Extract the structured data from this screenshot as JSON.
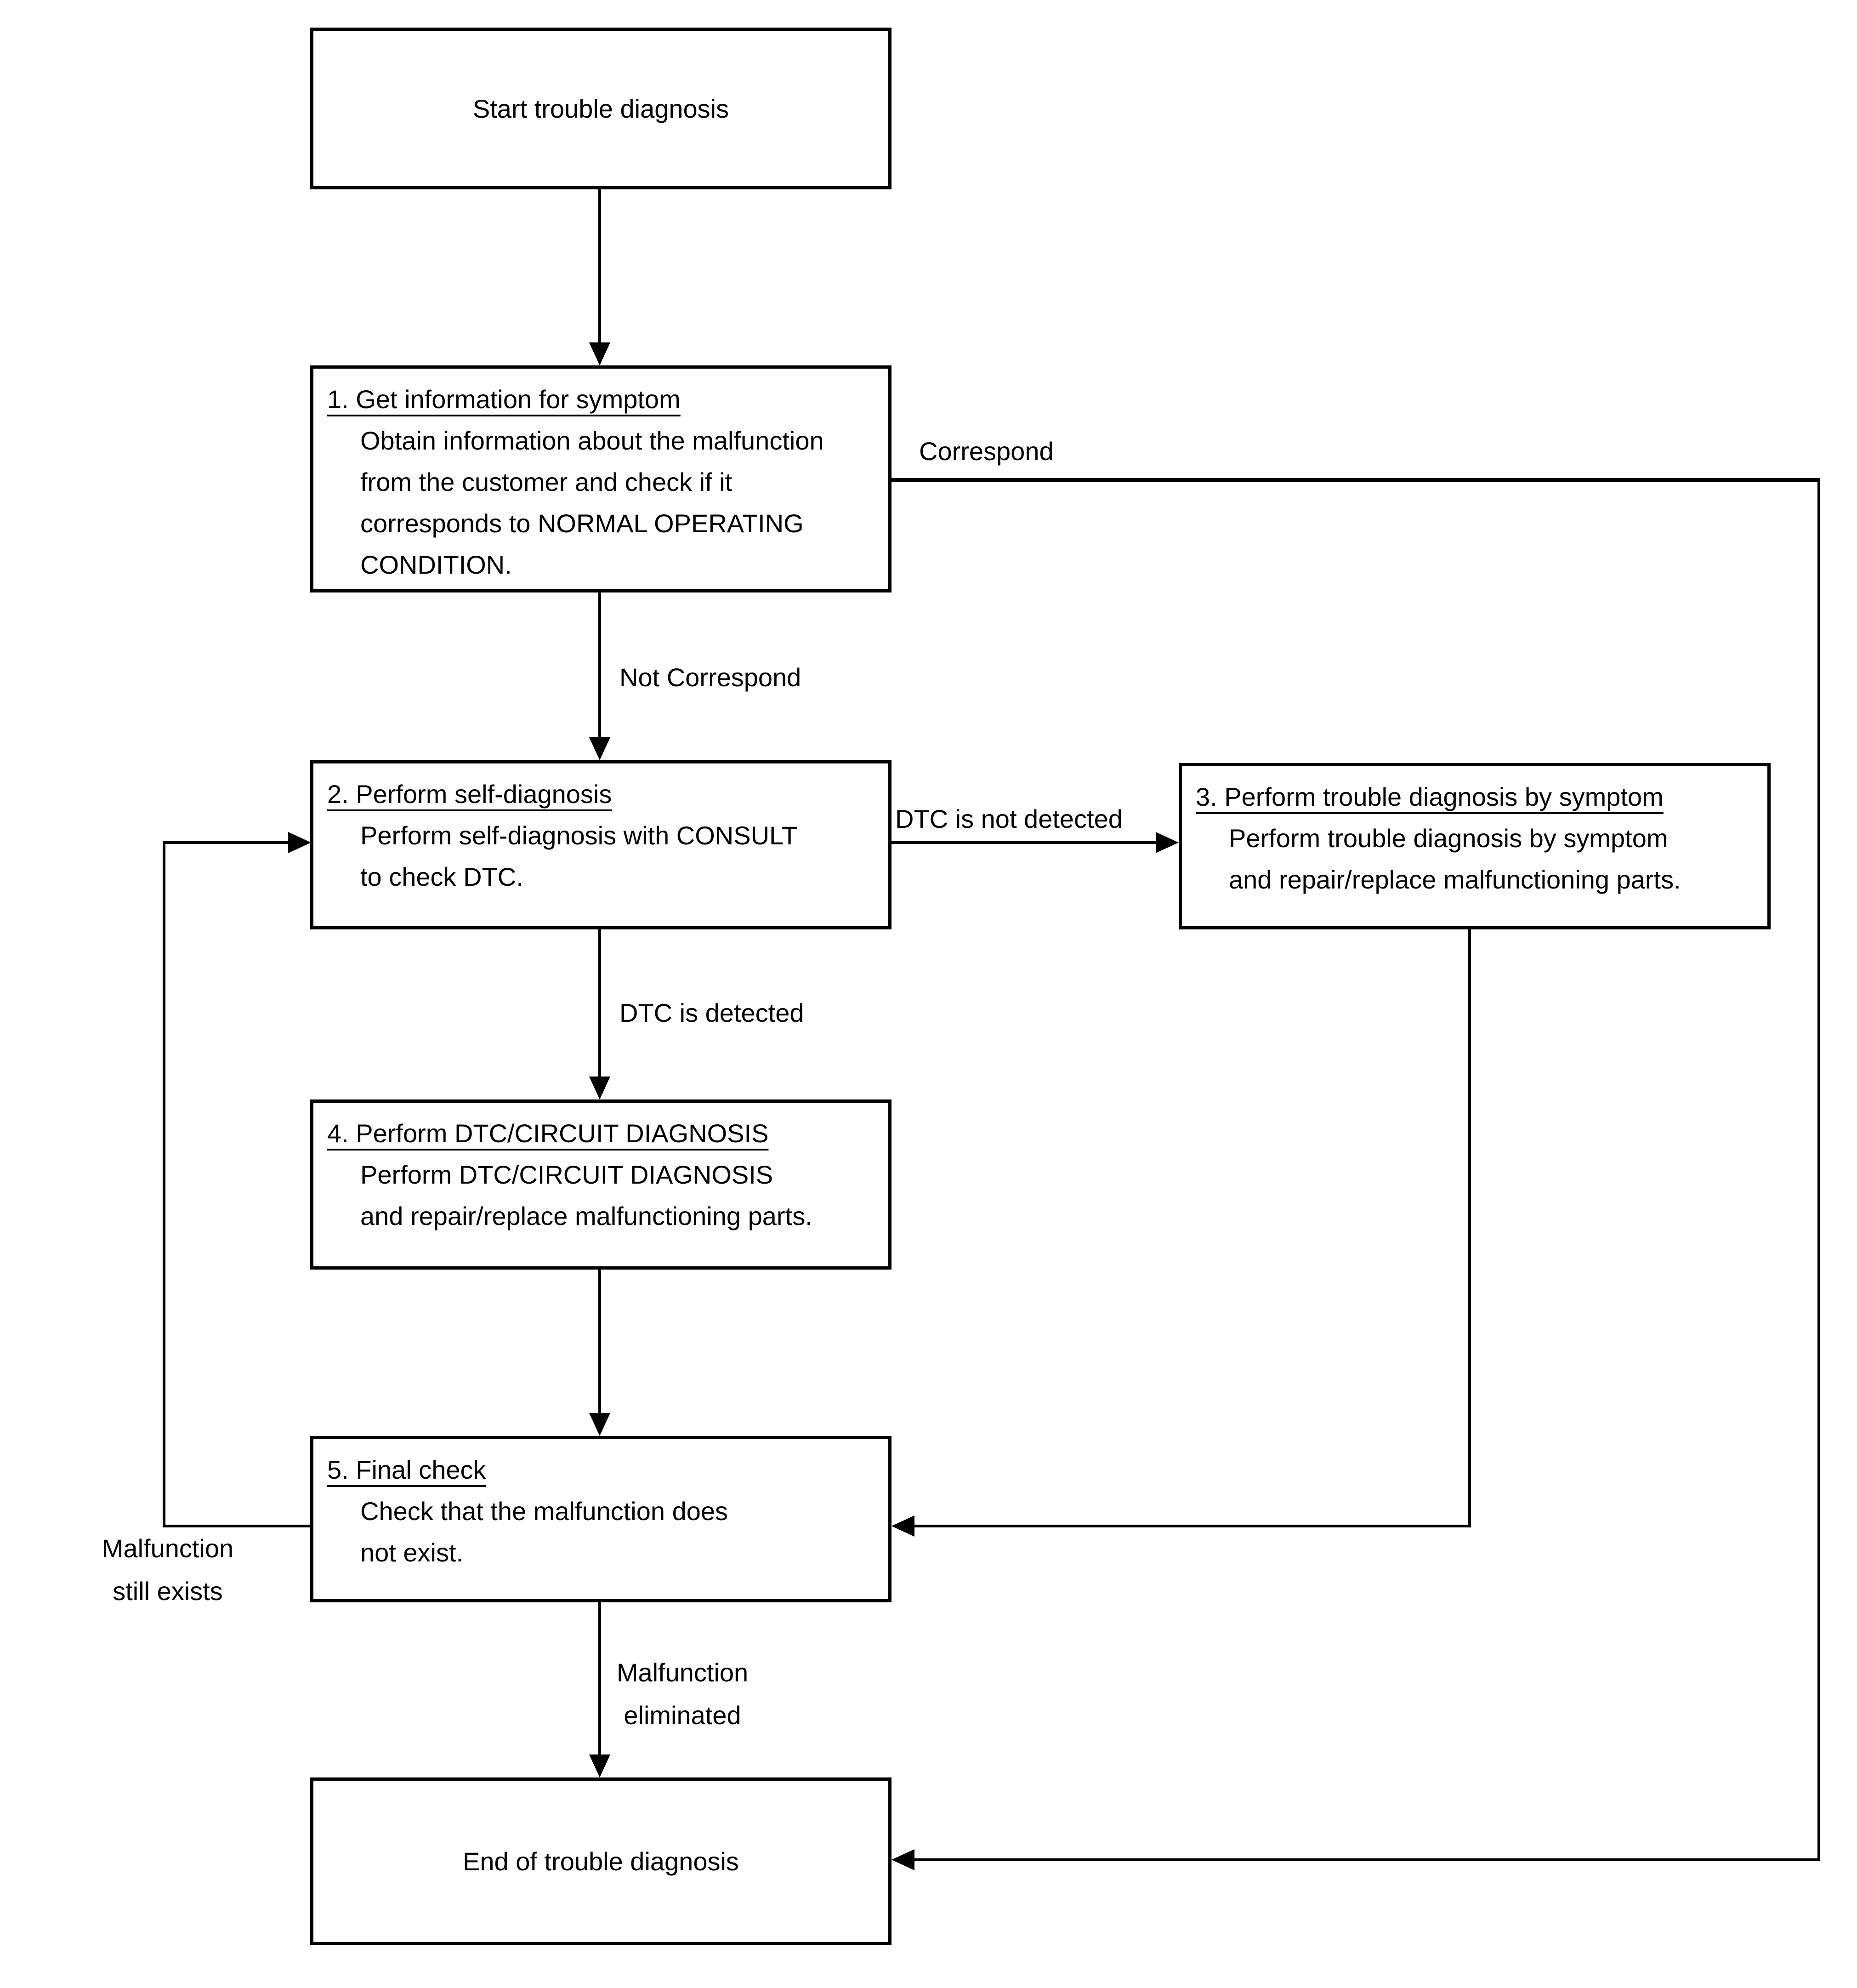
{
  "nodes": {
    "start": {
      "label": "Start trouble diagnosis"
    },
    "step1": {
      "heading": "1. Get information for symptom",
      "body_lines": [
        "Obtain information about the malfunction",
        "from the customer and check if it",
        "corresponds to NORMAL OPERATING",
        "CONDITION."
      ]
    },
    "step2": {
      "heading": "2. Perform self-diagnosis",
      "body_lines": [
        "Perform self-diagnosis with CONSULT",
        "to check DTC."
      ]
    },
    "step3": {
      "heading": "3. Perform trouble diagnosis by symptom",
      "body_lines": [
        "Perform trouble diagnosis by symptom",
        "and repair/replace malfunctioning parts."
      ]
    },
    "step4": {
      "heading": "4. Perform DTC/CIRCUIT DIAGNOSIS",
      "body_lines": [
        "Perform DTC/CIRCUIT DIAGNOSIS",
        "and repair/replace malfunctioning parts."
      ]
    },
    "step5": {
      "heading": "5. Final check",
      "body_lines": [
        "Check that the malfunction does",
        "not exist."
      ]
    },
    "end": {
      "label": "End of trouble diagnosis"
    }
  },
  "edge_labels": {
    "correspond": "Correspond",
    "not_correspond": "Not Correspond",
    "dtc_not_detected": "DTC is not detected",
    "dtc_detected": "DTC is detected",
    "malfunction_still_exists": [
      "Malfunction",
      "still exists"
    ],
    "malfunction_eliminated": [
      "Malfunction",
      "eliminated"
    ]
  },
  "colors": {
    "line": "#000000",
    "background": "#ffffff",
    "text": "#000000"
  }
}
